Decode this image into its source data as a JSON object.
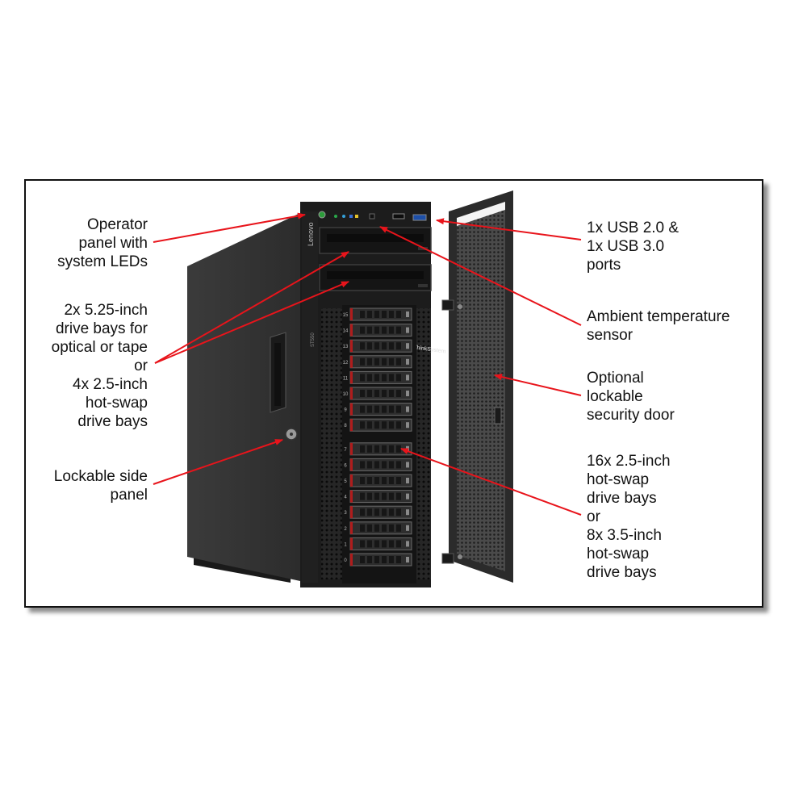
{
  "colors": {
    "arrow": "#e8141b",
    "frame_border": "#111111",
    "chassis": "#2e2e2e"
  },
  "product": {
    "brand_label": "Lenovo",
    "series_label": "ThinkSystem",
    "model_label": "ST550"
  },
  "drive_bay_numbers": [
    "15",
    "14",
    "13",
    "12",
    "11",
    "10",
    "9",
    "8",
    "7",
    "6",
    "5",
    "4",
    "3",
    "2",
    "1",
    "0"
  ],
  "callouts": {
    "operator_panel": {
      "lines": [
        "Operator",
        "panel with",
        "system LEDs"
      ]
    },
    "optical_bays": {
      "lines": [
        "2x 5.25-inch",
        "drive bays for",
        "optical or tape",
        "or",
        "4x 2.5-inch",
        "hot-swap",
        "drive bays"
      ]
    },
    "side_panel": {
      "lines": [
        "Lockable side",
        "panel"
      ]
    },
    "usb_ports": {
      "lines": [
        "1x USB 2.0 &",
        "1x USB 3.0",
        "ports"
      ]
    },
    "temp_sensor": {
      "lines": [
        "Ambient temperature",
        "sensor"
      ]
    },
    "security_door": {
      "lines": [
        "Optional",
        "lockable",
        "security door"
      ]
    },
    "drive_bays": {
      "lines": [
        "16x 2.5-inch",
        "hot-swap",
        "drive bays",
        "or",
        "8x 3.5-inch",
        "hot-swap",
        "drive bays"
      ]
    }
  }
}
